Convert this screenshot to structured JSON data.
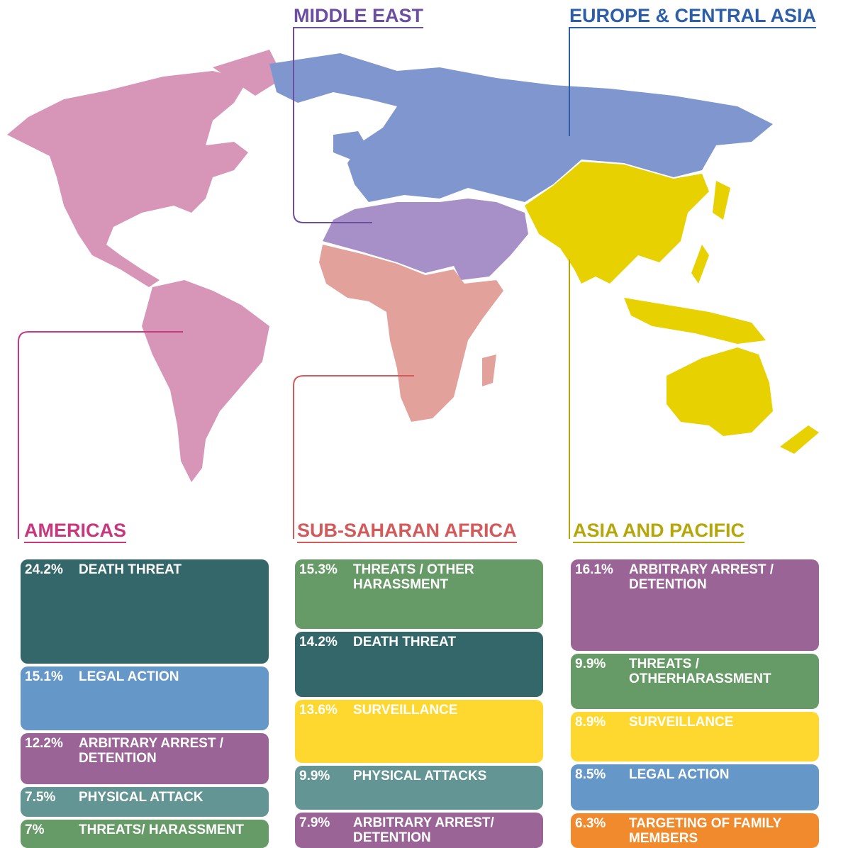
{
  "regions": {
    "middle_east": {
      "label": "MIDDLE EAST",
      "color": "#6b4ea0"
    },
    "europe": {
      "label": "EUROPE & CENTRAL ASIA",
      "color": "#2d5fa8"
    },
    "americas": {
      "label": "AMERICAS",
      "color": "#c8387f"
    },
    "africa": {
      "label": "SUB-SAHARAN AFRICA",
      "color": "#d35a5a"
    },
    "asia": {
      "label": "ASIA AND PACIFIC",
      "color": "#b5a60a"
    }
  },
  "map_colors": {
    "americas": "#d795b8",
    "europe": "#7f96cf",
    "middle_east": "#a78fc8",
    "africa": "#e3a19b",
    "asia": "#e7d100"
  },
  "columns": {
    "americas": [
      {
        "pct": "24.2%",
        "label": "DEATH THREAT",
        "color": "#33676a"
      },
      {
        "pct": "15.1%",
        "label": "LEGAL ACTION",
        "color": "#6697c9"
      },
      {
        "pct": "12.2%",
        "label": "ARBITRARY ARREST /\nDETENTION",
        "color": "#9a6496"
      },
      {
        "pct": "7.5%",
        "label": "PHYSICAL ATTACK",
        "color": "#629593"
      },
      {
        "pct": "7%",
        "label": "THREATS/ HARASSMENT",
        "color": "#669a66"
      }
    ],
    "africa": [
      {
        "pct": "15.3%",
        "label": "THREATS / OTHER\nHARASSMENT",
        "color": "#669a66"
      },
      {
        "pct": "14.2%",
        "label": "DEATH THREAT",
        "color": "#33676a"
      },
      {
        "pct": "13.6%",
        "label": "SURVEILLANCE",
        "color": "#ffd82f"
      },
      {
        "pct": "9.9%",
        "label": "PHYSICAL ATTACKS",
        "color": "#629593"
      },
      {
        "pct": "7.9%",
        "label": "ARBITRARY ARREST/\nDETENTION",
        "color": "#9a6496"
      }
    ],
    "asia": [
      {
        "pct": "16.1%",
        "label": "ARBITRARY ARREST /\nDETENTION",
        "color": "#9a6496"
      },
      {
        "pct": "9.9%",
        "label": "THREATS /\nOTHERHARASSMENT",
        "color": "#669a66"
      },
      {
        "pct": "8.9%",
        "label": "SURVEILLANCE",
        "color": "#ffd82f"
      },
      {
        "pct": "8.5%",
        "label": "LEGAL ACTION",
        "color": "#6697c9"
      },
      {
        "pct": "6.3%",
        "label": "TARGETING OF FAMILY\nMEMBERS",
        "color": "#f08a2c"
      }
    ]
  }
}
